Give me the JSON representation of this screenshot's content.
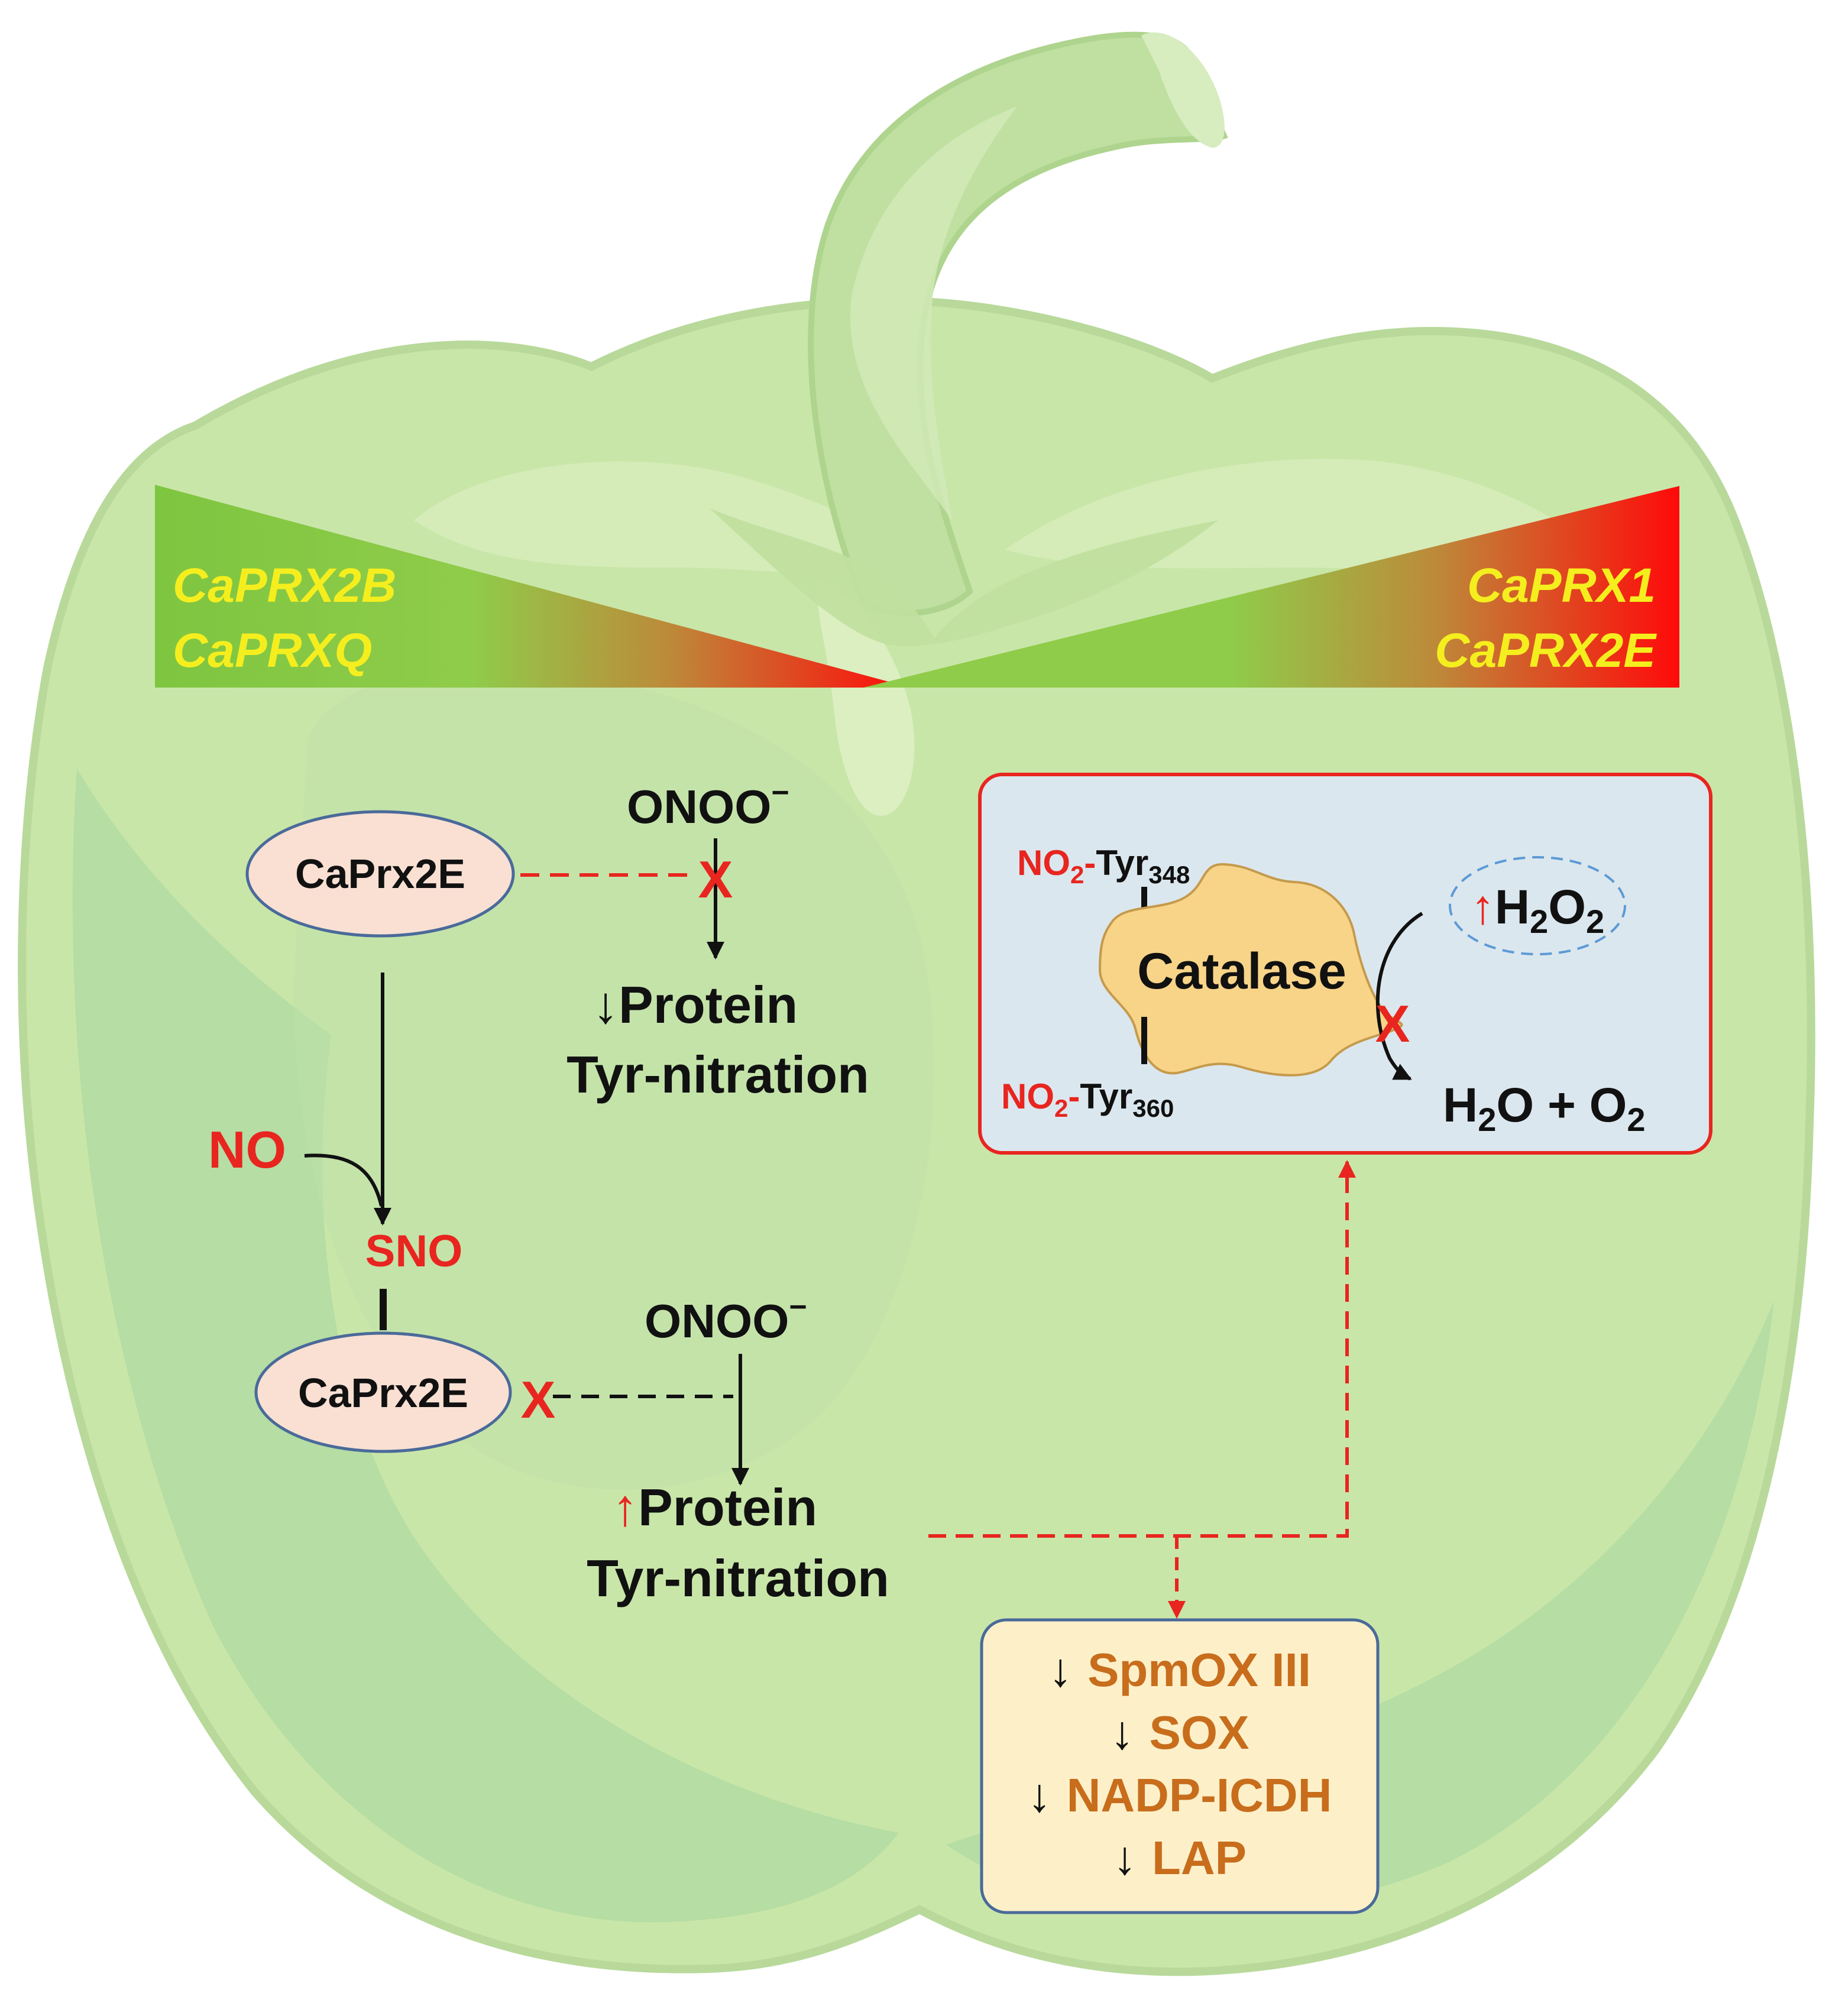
{
  "gradients": {
    "left_genes": [
      "CaPRX2B",
      "CaPRXQ"
    ],
    "right_genes": [
      "CaPRX1",
      "CaPRX2E"
    ]
  },
  "top_pathway": {
    "protein": "CaPrx2E",
    "peroxynitrite": "ONOO",
    "peroxynitrite_charge": "−",
    "block_mark": "X",
    "effect_arrow": "↓",
    "effect_line1": "Protein",
    "effect_line2": "Tyr-nitration"
  },
  "bottom_pathway": {
    "nitric_oxide": "NO",
    "modification": "SNO",
    "protein": "CaPrx2E",
    "block_mark": "X",
    "peroxynitrite": "ONOO",
    "peroxynitrite_charge": "−",
    "effect_arrow": "↑",
    "effect_line1": "Protein",
    "effect_line2": "Tyr-nitration"
  },
  "catalase_box": {
    "enzyme": "Catalase",
    "nitro_prefix": "NO",
    "nitro_sub": "2",
    "dash": "-",
    "residue": "Tyr",
    "residue_1": "348",
    "residue_2": "360",
    "substrate_arrow": "↑",
    "substrate_main": "H",
    "substrate_sub1": "2",
    "substrate_mid": "O",
    "substrate_sub2": "2",
    "block_mark": "X",
    "product_h": "H",
    "product_h_sub": "2",
    "product_rest": "O + O",
    "product_o_sub": "2"
  },
  "downregulated_box": {
    "arrow": "↓",
    "items": [
      "SpmOX III",
      "SOX",
      "NADP-ICDH",
      "LAP"
    ]
  },
  "colors": {
    "pepper_light": "#c9e6a9",
    "pepper_dark": "#b3dba3",
    "gradient_green": "#8fcc4a",
    "gradient_red": "#ff0a0a",
    "ellipse_fill": "#f9e0d3",
    "catalase_box_fill": "#dbe7ee",
    "catalase_shape": "#f8d488",
    "enzyme_box_fill": "#fdf0c9",
    "red": "#e8251f",
    "orange_text": "#c86d1c",
    "yellow_text": "#f5ee1e"
  }
}
